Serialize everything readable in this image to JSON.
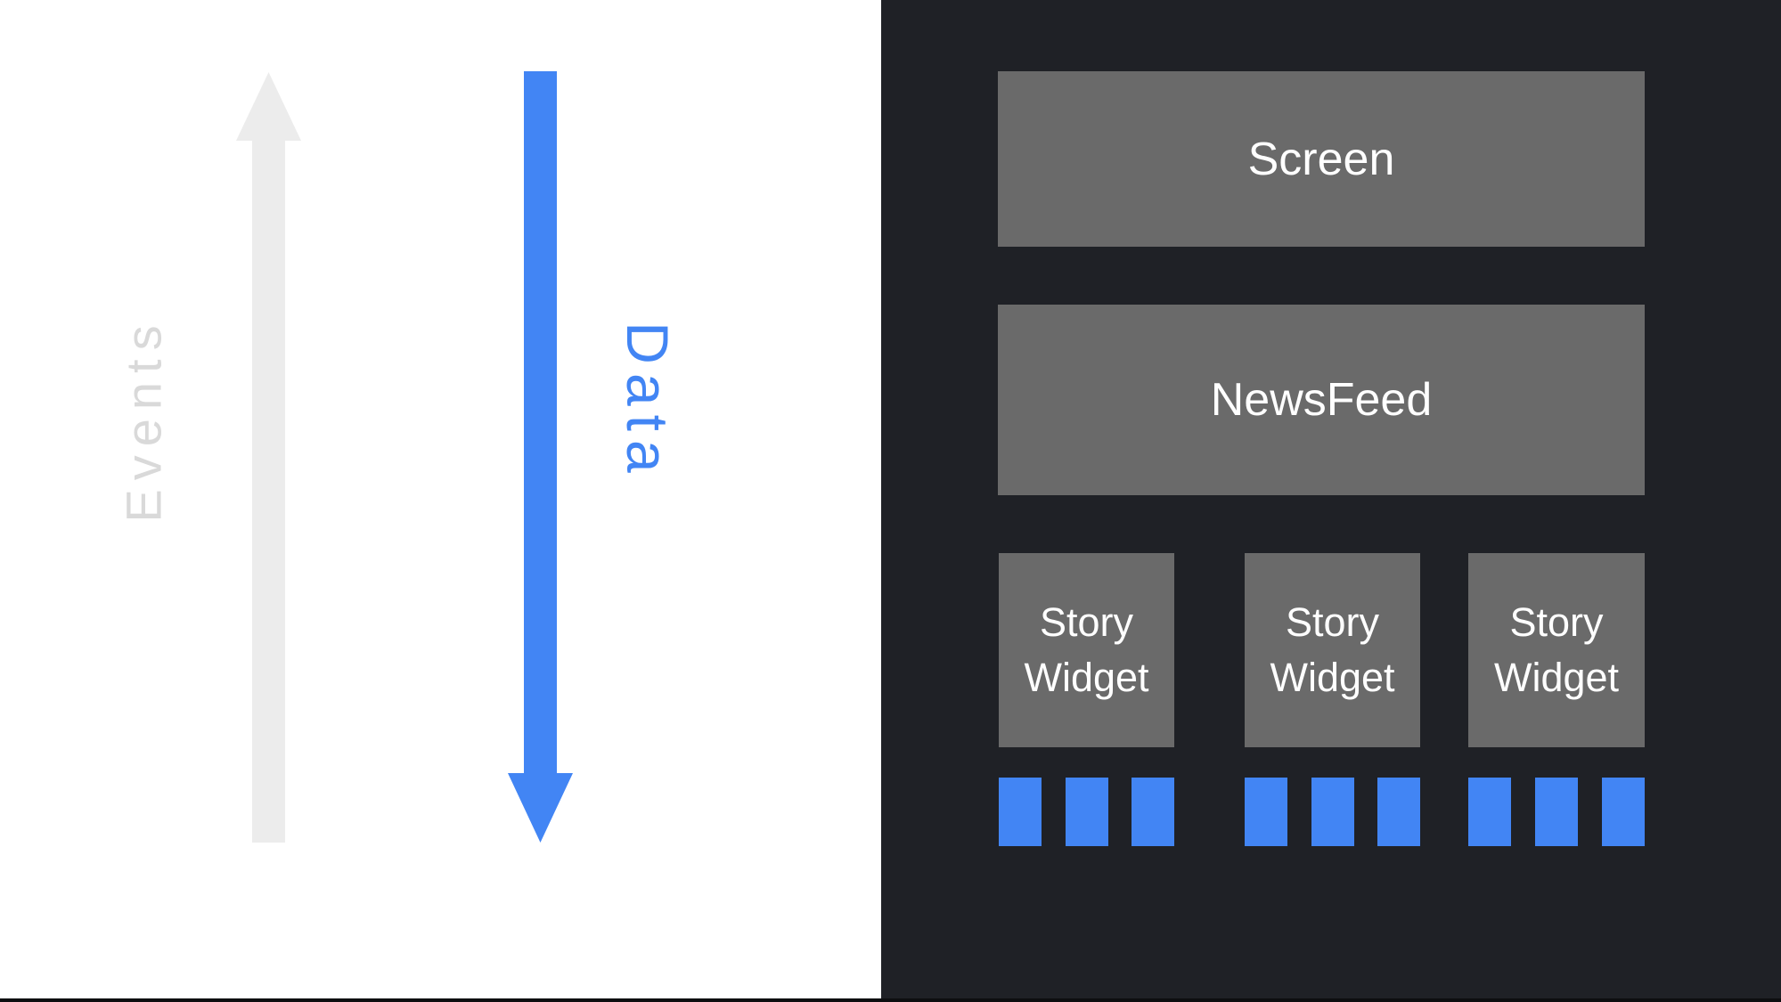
{
  "slide": {
    "flow": {
      "events_label": "Events",
      "data_label": "Data"
    },
    "tree": {
      "screen_label": "Screen",
      "newsfeed_label": "NewsFeed",
      "story_widgets": [
        {
          "label": "Story Widget",
          "item_count": 3
        },
        {
          "label": "Story Widget",
          "item_count": 3
        },
        {
          "label": "Story Widget",
          "item_count": 3
        }
      ]
    }
  },
  "colors": {
    "background_left": "#ffffff",
    "background_right": "#1f2126",
    "box_gray": "#6a6a6a",
    "accent_blue": "#4285f4",
    "arrow_gray": "#ececec",
    "events_text_gray": "#d9d9d9",
    "label_white": "#ffffff",
    "bottom_edge": "#0d0e10"
  }
}
